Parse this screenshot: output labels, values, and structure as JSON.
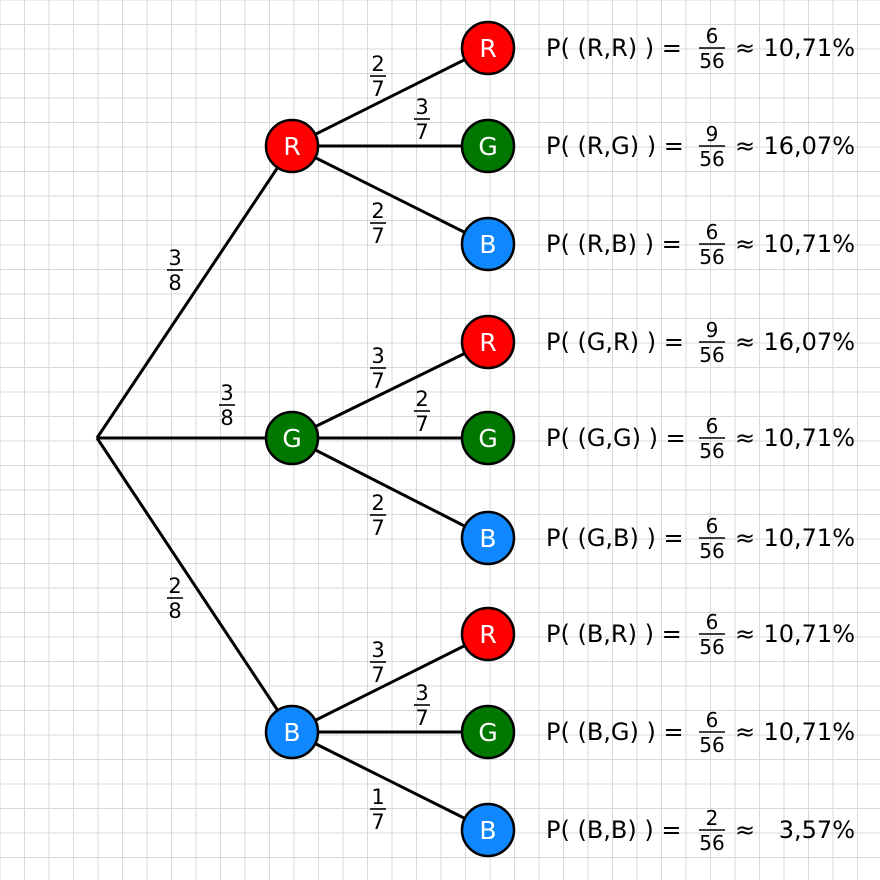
{
  "colors": {
    "R": "#ff0000",
    "G": "#007800",
    "B": "#0f87ff",
    "grid": "#d9d9d9",
    "line": "#000000"
  },
  "tree": {
    "branches": [
      {
        "label": "R",
        "color": "R",
        "num": "3",
        "den": "8",
        "children": [
          {
            "label": "R",
            "color": "R",
            "num": "2",
            "den": "7",
            "result": {
              "text": "P( (R,R) ) =",
              "num": "6",
              "den": "56",
              "approx": "≈",
              "percent": "10,71%"
            }
          },
          {
            "label": "G",
            "color": "G",
            "num": "3",
            "den": "7",
            "result": {
              "text": "P( (R,G) ) =",
              "num": "9",
              "den": "56",
              "approx": "≈",
              "percent": "16,07%"
            }
          },
          {
            "label": "B",
            "color": "B",
            "num": "2",
            "den": "7",
            "result": {
              "text": "P( (R,B) ) =",
              "num": "6",
              "den": "56",
              "approx": "≈",
              "percent": "10,71%"
            }
          }
        ]
      },
      {
        "label": "G",
        "color": "G",
        "num": "3",
        "den": "8",
        "children": [
          {
            "label": "R",
            "color": "R",
            "num": "3",
            "den": "7",
            "result": {
              "text": "P( (G,R) ) =",
              "num": "9",
              "den": "56",
              "approx": "≈",
              "percent": "16,07%"
            }
          },
          {
            "label": "G",
            "color": "G",
            "num": "2",
            "den": "7",
            "result": {
              "text": "P( (G,G) ) =",
              "num": "6",
              "den": "56",
              "approx": "≈",
              "percent": "10,71%"
            }
          },
          {
            "label": "B",
            "color": "B",
            "num": "2",
            "den": "7",
            "result": {
              "text": "P( (G,B) ) =",
              "num": "6",
              "den": "56",
              "approx": "≈",
              "percent": "10,71%"
            }
          }
        ]
      },
      {
        "label": "B",
        "color": "B",
        "num": "2",
        "den": "8",
        "children": [
          {
            "label": "R",
            "color": "R",
            "num": "3",
            "den": "7",
            "result": {
              "text": "P( (B,R) ) =",
              "num": "6",
              "den": "56",
              "approx": "≈",
              "percent": "10,71%"
            }
          },
          {
            "label": "G",
            "color": "G",
            "num": "3",
            "den": "7",
            "result": {
              "text": "P( (B,G) ) =",
              "num": "6",
              "den": "56",
              "approx": "≈",
              "percent": "10,71%"
            }
          },
          {
            "label": "B",
            "color": "B",
            "num": "1",
            "den": "7",
            "result": {
              "text": "P( (B,B) ) =",
              "num": "2",
              "den": "56",
              "approx": "≈",
              "percent": "3,57%"
            }
          }
        ]
      }
    ]
  }
}
